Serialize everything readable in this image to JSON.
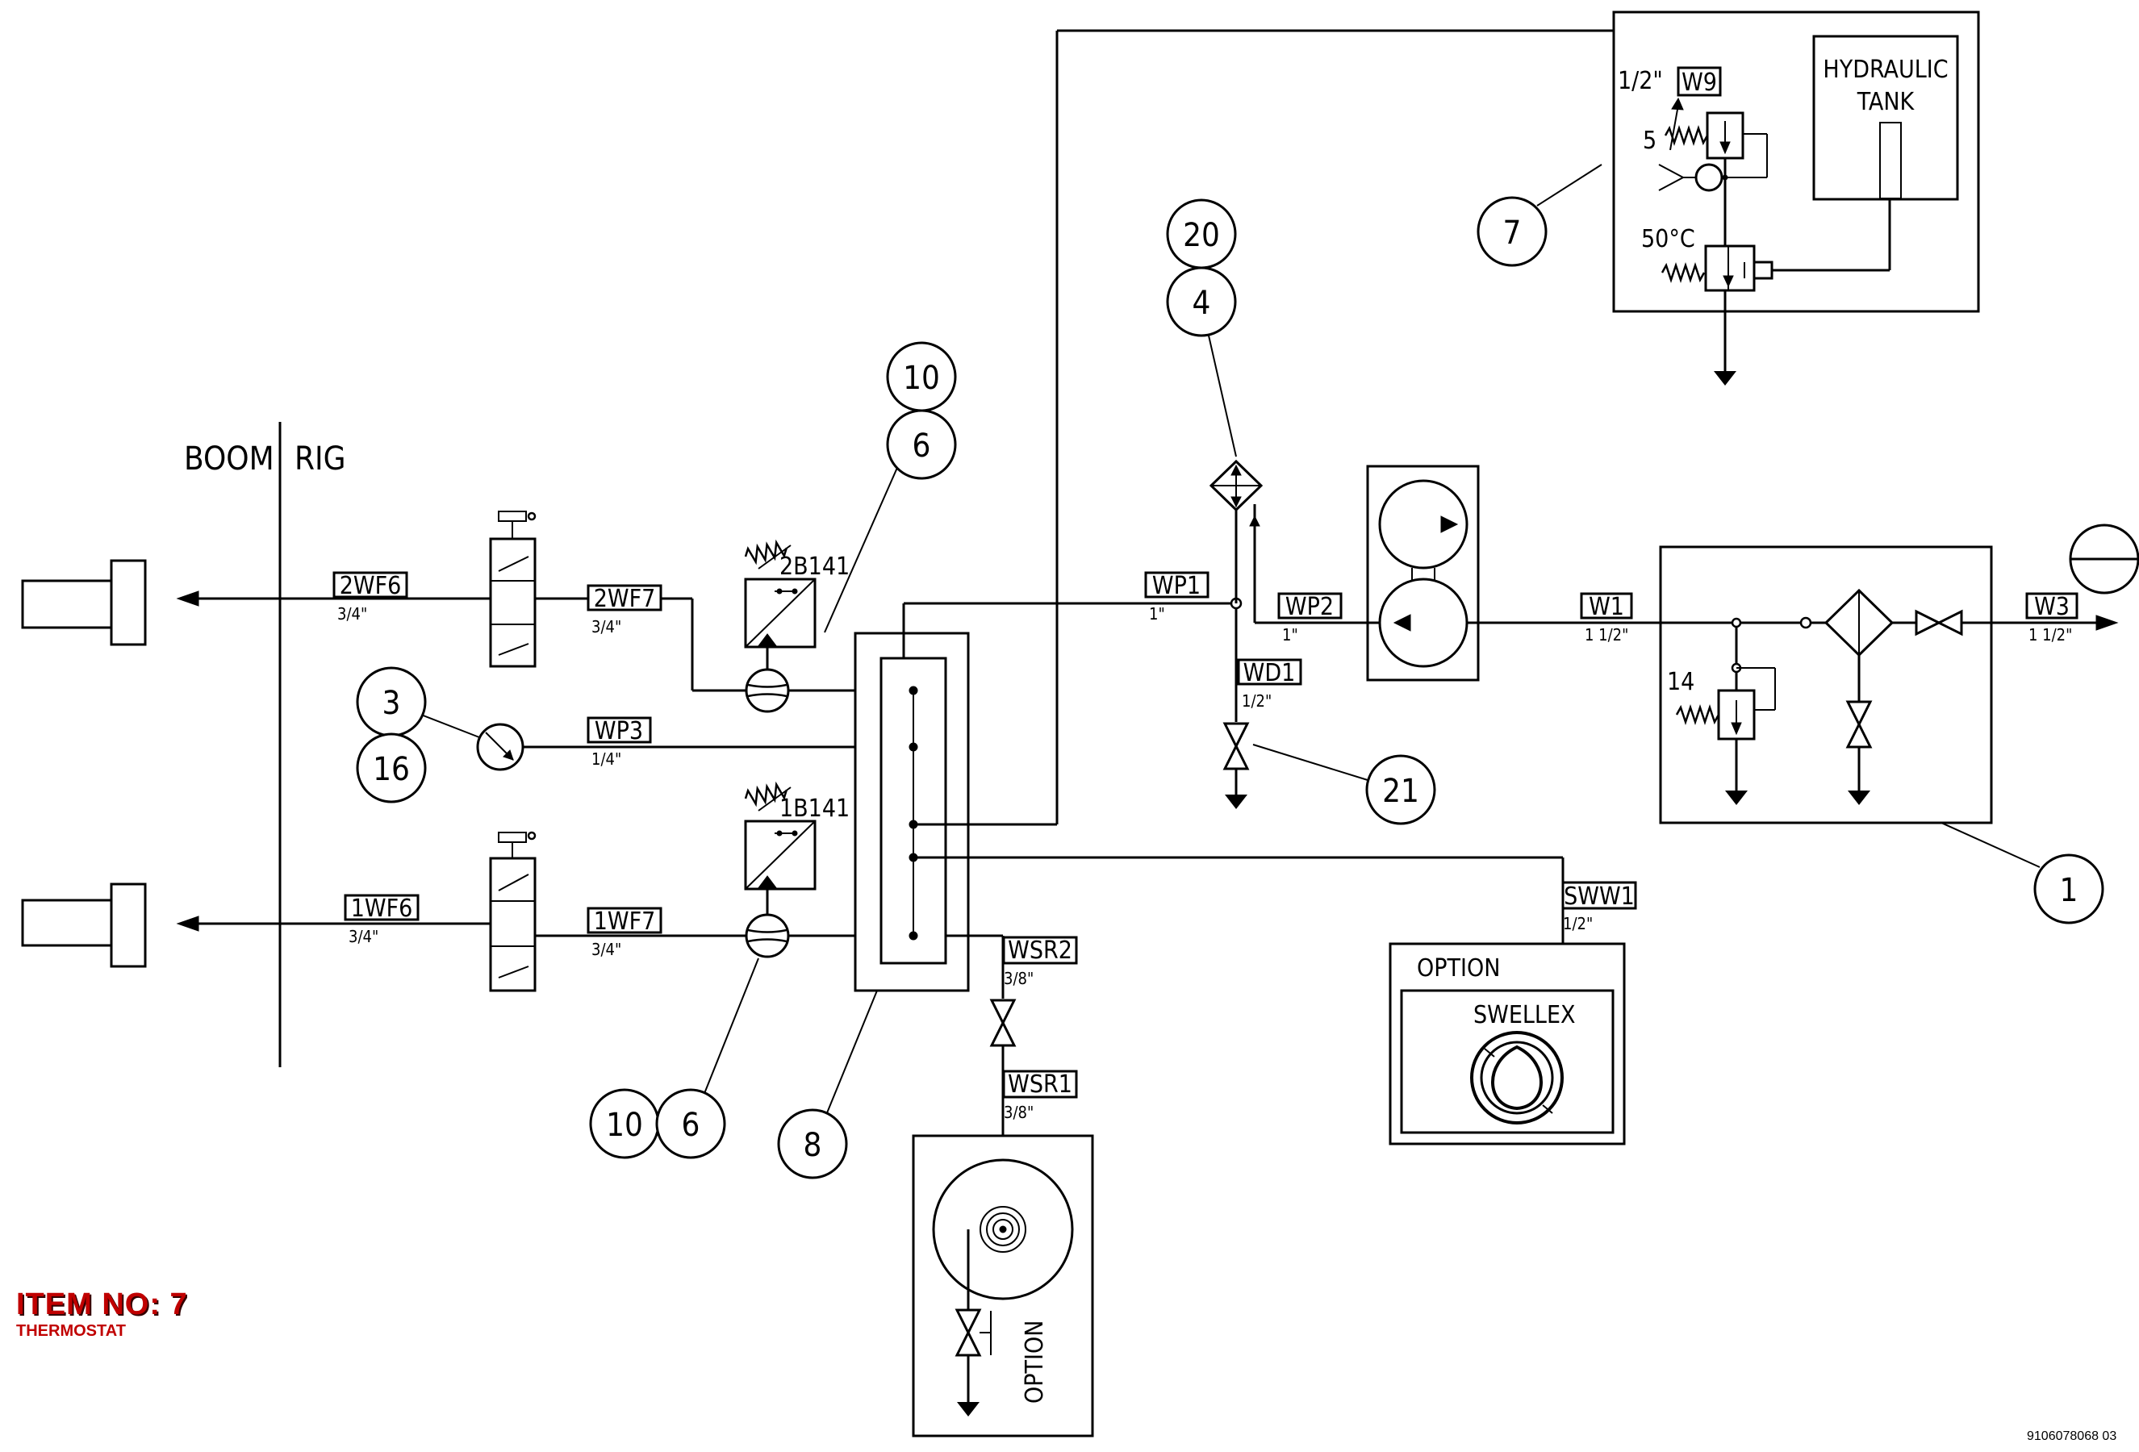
{
  "zones": {
    "boom": "BOOM",
    "rig": "RIG"
  },
  "lines": [
    {
      "id": "2WF6",
      "size": "3/4\""
    },
    {
      "id": "2WF7",
      "size": "3/4\""
    },
    {
      "id": "WP3",
      "size": "1/4\""
    },
    {
      "id": "1WF6",
      "size": "3/4\""
    },
    {
      "id": "1WF7",
      "size": "3/4\""
    },
    {
      "id": "WP1",
      "size": "1\""
    },
    {
      "id": "WP2",
      "size": "1\""
    },
    {
      "id": "WD1",
      "size": "1/2\""
    },
    {
      "id": "W1",
      "size": "1 1/2\""
    },
    {
      "id": "W3",
      "size": "1 1/2\""
    },
    {
      "id": "SWW1",
      "size": "1/2\""
    },
    {
      "id": "WSR2",
      "size": "3/8\""
    },
    {
      "id": "WSR1",
      "size": "3/8\""
    },
    {
      "id": "W9",
      "size": "1/2\""
    }
  ],
  "components": {
    "pressure_switch_upper": "2B141",
    "pressure_switch_lower": "1B141",
    "hydraulic_tank": [
      "HYDRAULIC",
      "TANK"
    ],
    "relief_setting_top": "5",
    "thermostat_setting": "50°C",
    "relief_setting_right": "14",
    "option_right": "OPTION",
    "swellex": "SWELLEX",
    "option_bottom": "OPTION"
  },
  "bubbles": [
    "10",
    "6",
    "3",
    "16",
    "10",
    "6",
    "8",
    "20",
    "4",
    "21",
    "7",
    "1"
  ],
  "item_note": {
    "number": "ITEM NO: 7",
    "description": "THERMOSTAT"
  },
  "drawing_number": "9106078068 03"
}
